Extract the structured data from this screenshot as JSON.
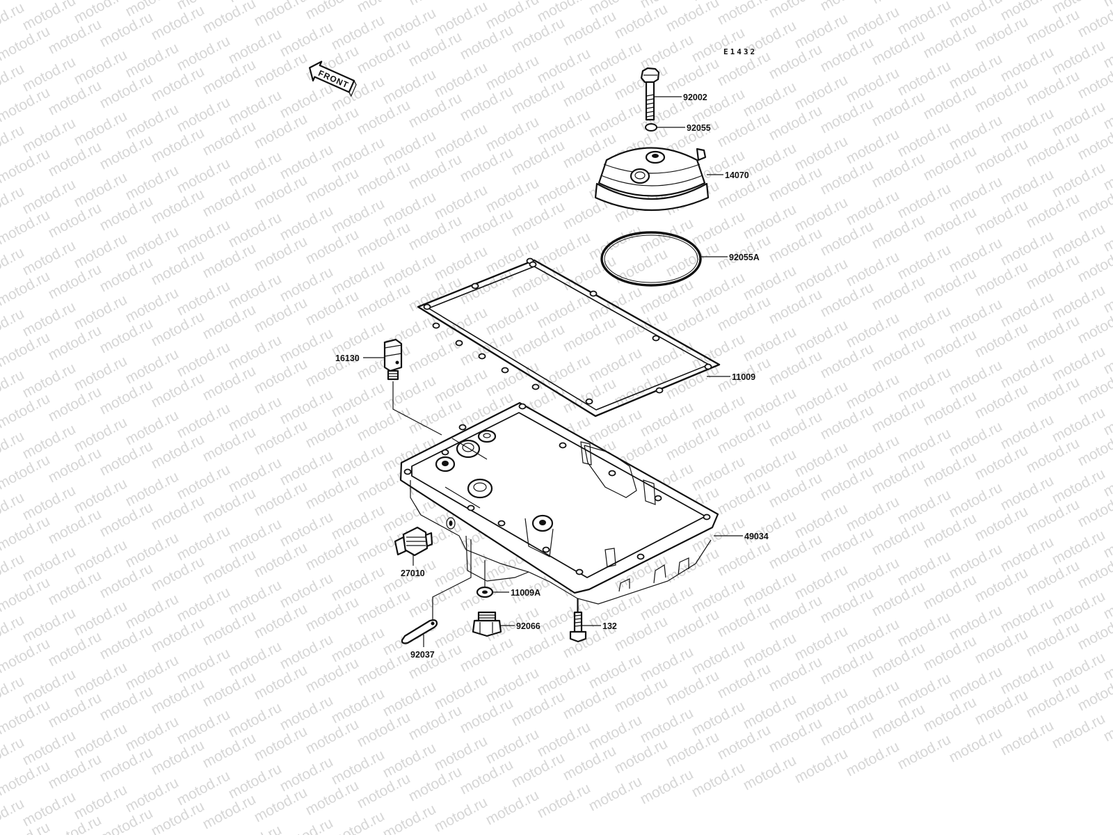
{
  "diagram": {
    "code": "E1432",
    "front_label": "FRONT",
    "watermark": "motod.ru",
    "parts": [
      {
        "id": "92002",
        "label": "92002"
      },
      {
        "id": "92055",
        "label": "92055"
      },
      {
        "id": "14070",
        "label": "14070"
      },
      {
        "id": "92055A",
        "label": "92055A"
      },
      {
        "id": "16130",
        "label": "16130"
      },
      {
        "id": "11009",
        "label": "11009"
      },
      {
        "id": "49034",
        "label": "49034"
      },
      {
        "id": "27010",
        "label": "27010"
      },
      {
        "id": "11009A",
        "label": "11009A"
      },
      {
        "id": "92066",
        "label": "92066"
      },
      {
        "id": "132",
        "label": "132"
      },
      {
        "id": "92037",
        "label": "92037"
      }
    ]
  }
}
